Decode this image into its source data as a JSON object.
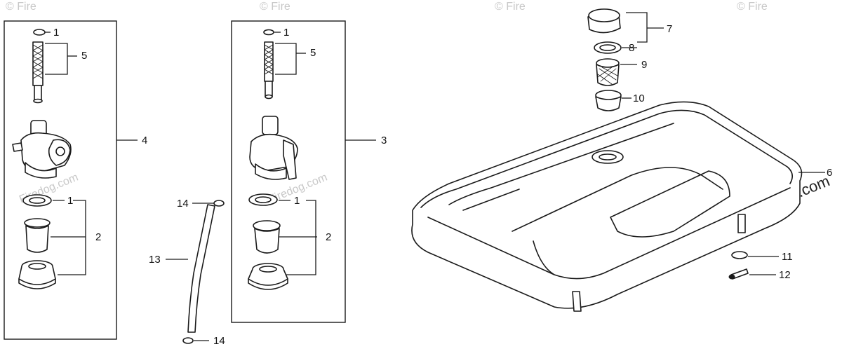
{
  "watermark": {
    "brand_text": "© Firedog.com",
    "faint_text": "Firedog.com",
    "corner_text": "© Fire"
  },
  "callouts": {
    "left_panel": [
      "1",
      "5",
      "4",
      "1",
      "2"
    ],
    "middle_panel": [
      "1",
      "5",
      "3",
      "1",
      "2"
    ],
    "hose": [
      "14",
      "13",
      "14"
    ],
    "tank": [
      "7",
      "8",
      "9",
      "10",
      "6",
      "11",
      "12"
    ]
  },
  "colors": {
    "ink": "#1a1a1a",
    "paper": "#ffffff",
    "watermark": "#c8c8c8"
  }
}
